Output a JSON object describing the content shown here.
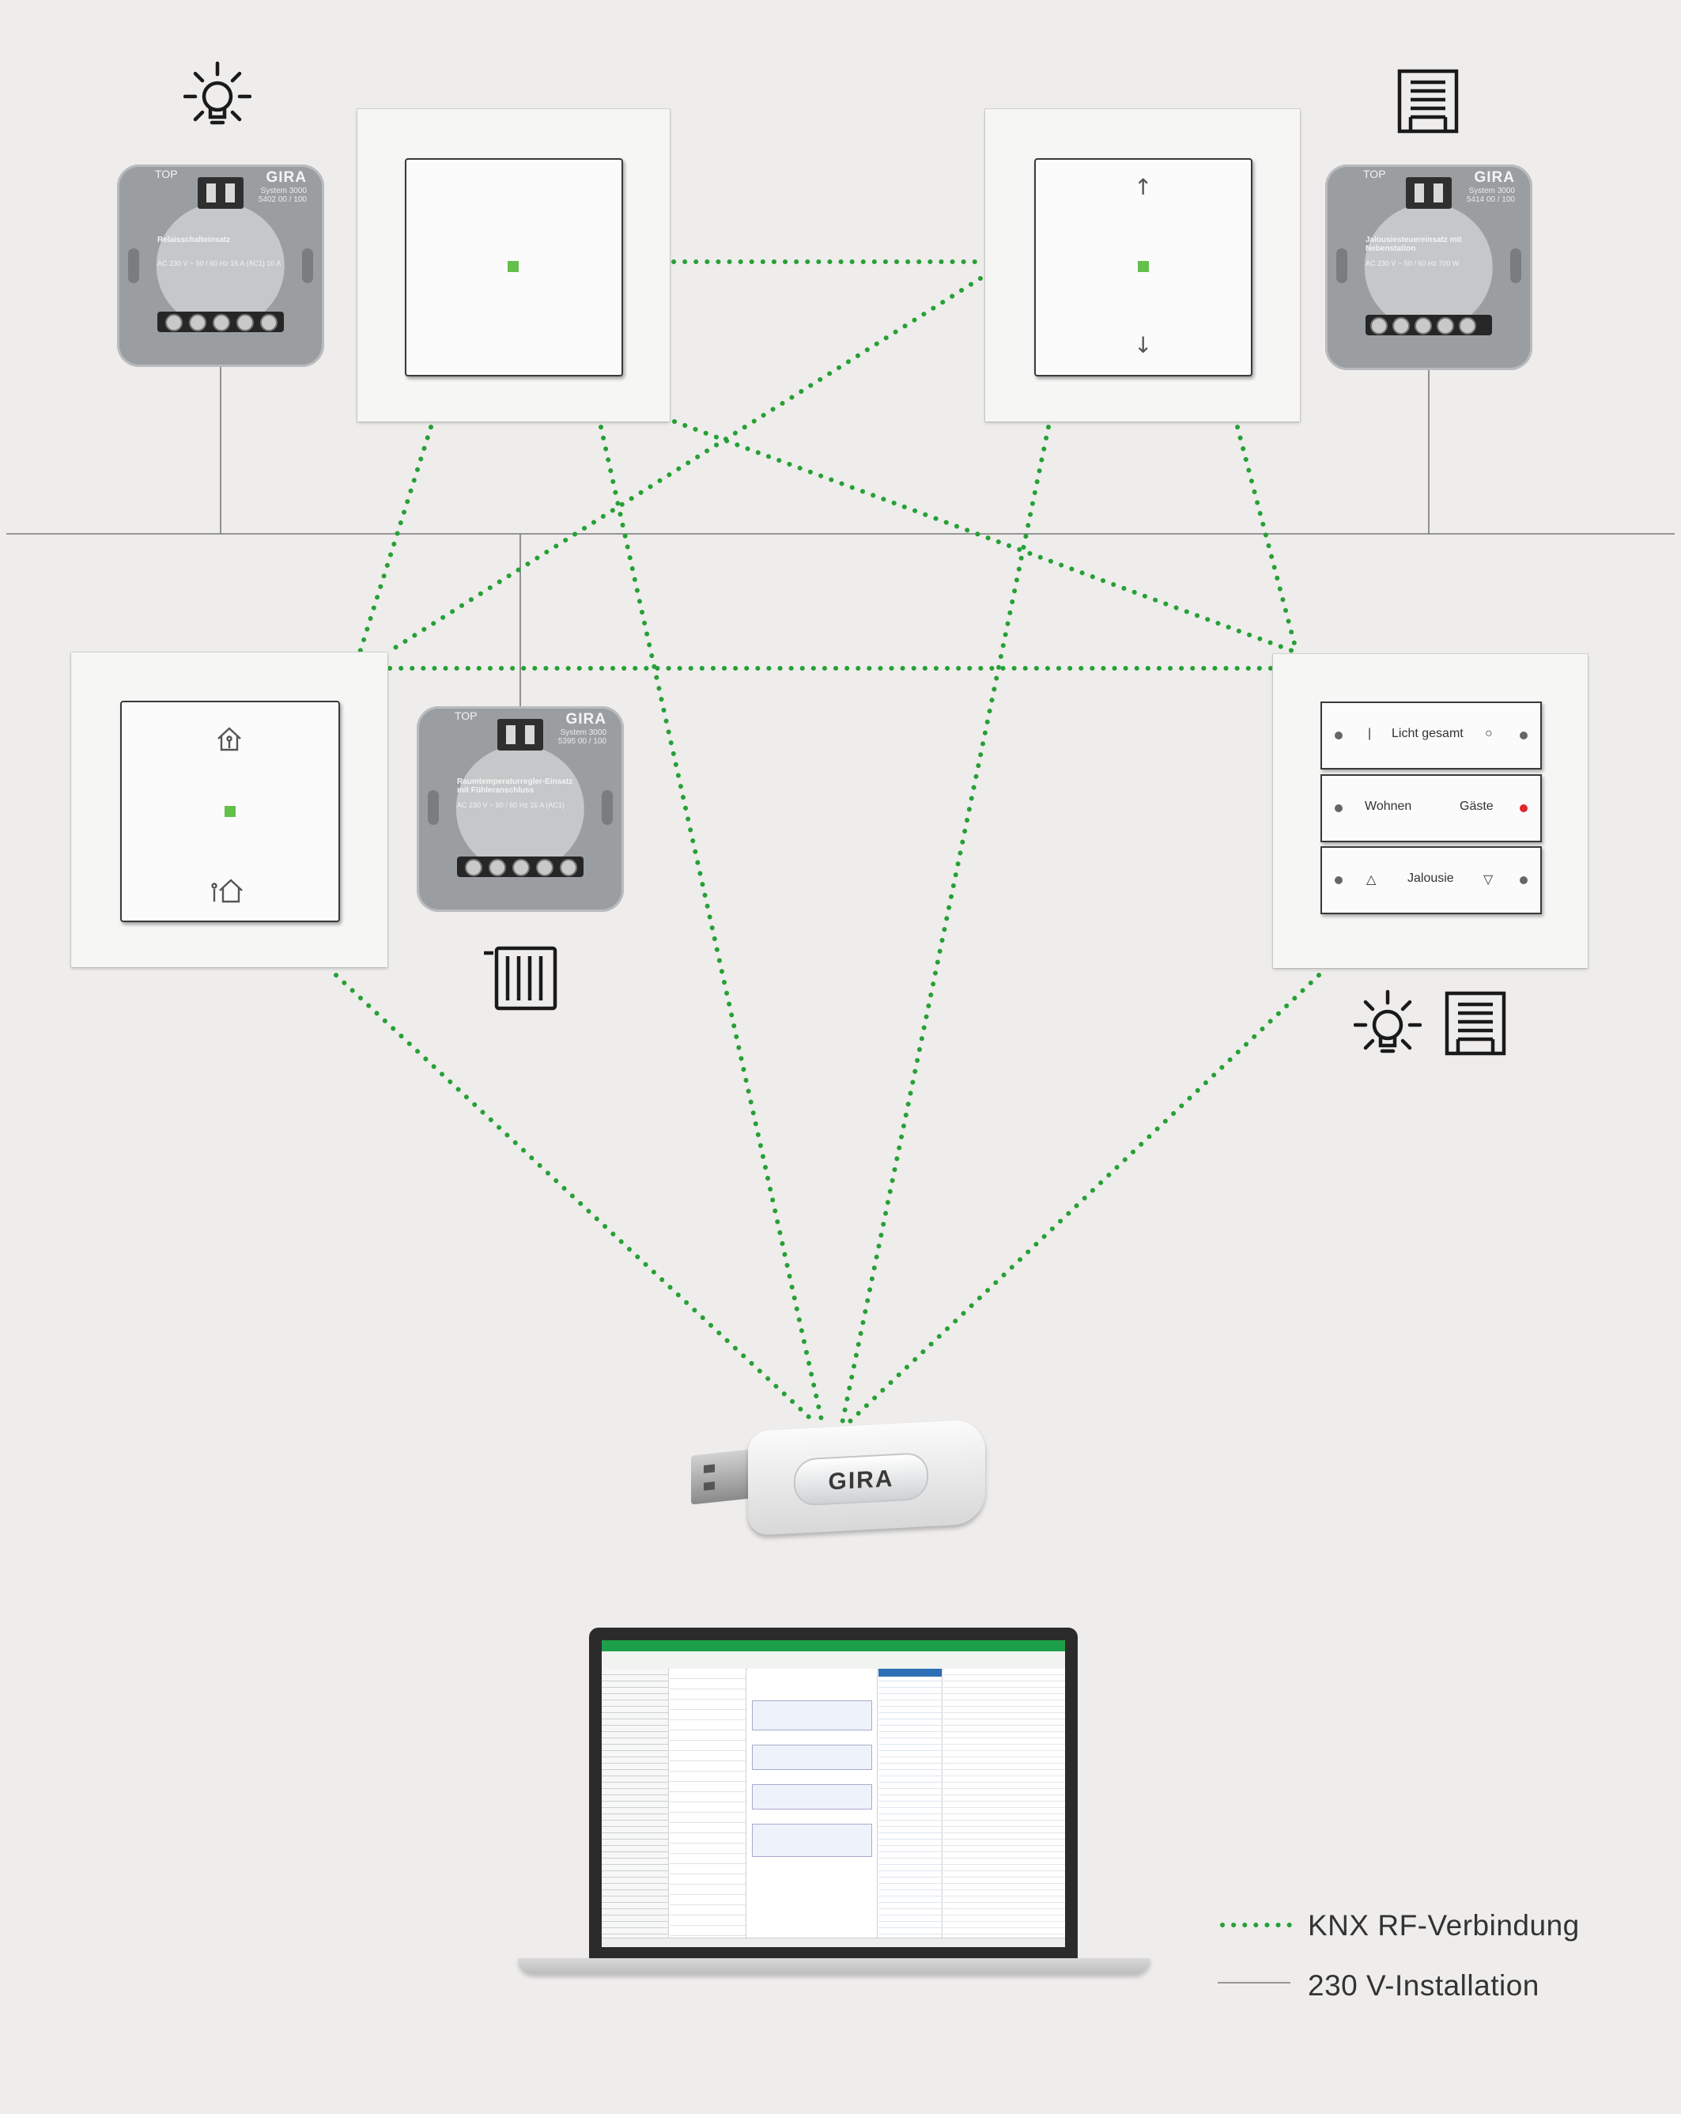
{
  "colors": {
    "background": "#eeedec",
    "rf_link": "#27a035",
    "installation_line": "#7a7a7a",
    "led": "#64c04b",
    "status_red": "#e0262b"
  },
  "devices": {
    "relay_insert": {
      "brand": "GIRA",
      "top": "TOP",
      "system": "System 3000",
      "article": "5402 00 / 100",
      "title": "Relaisschalteinsatz",
      "spec": "AC 230 V ~ 50 / 60 Hz 16 A (AC1) 10 A",
      "icon": "light-bulb-icon"
    },
    "blind_insert": {
      "brand": "GIRA",
      "top": "TOP",
      "system": "System 3000",
      "article": "5414 00 / 100",
      "title": "Jalousiesteuereinsatz mit Nebenstation",
      "spec": "AC 230 V ~ 50 / 60 Hz 700 W",
      "icon": "blind-icon"
    },
    "thermostat_insert": {
      "brand": "GIRA",
      "top": "TOP",
      "system": "System 3000",
      "article": "5395 00 / 100",
      "title": "Raumtemperaturregler-Einsatz mit Fühleranschluss",
      "spec": "AC 230 V ~ 50 / 60 Hz 16 A (AC1)",
      "icon": "radiator-icon"
    },
    "triple_push_button": {
      "row1_label": "Licht gesamt",
      "row2_left": "Wohnen",
      "row2_right": "Gäste",
      "row3_label": "Jalousie",
      "icons": [
        "light-bulb-icon",
        "blind-icon"
      ]
    },
    "rf_stick": {
      "brand": "GIRA"
    }
  },
  "legend": {
    "rf_label": "KNX RF-Verbindung",
    "wire_label": "230 V-Installation"
  }
}
